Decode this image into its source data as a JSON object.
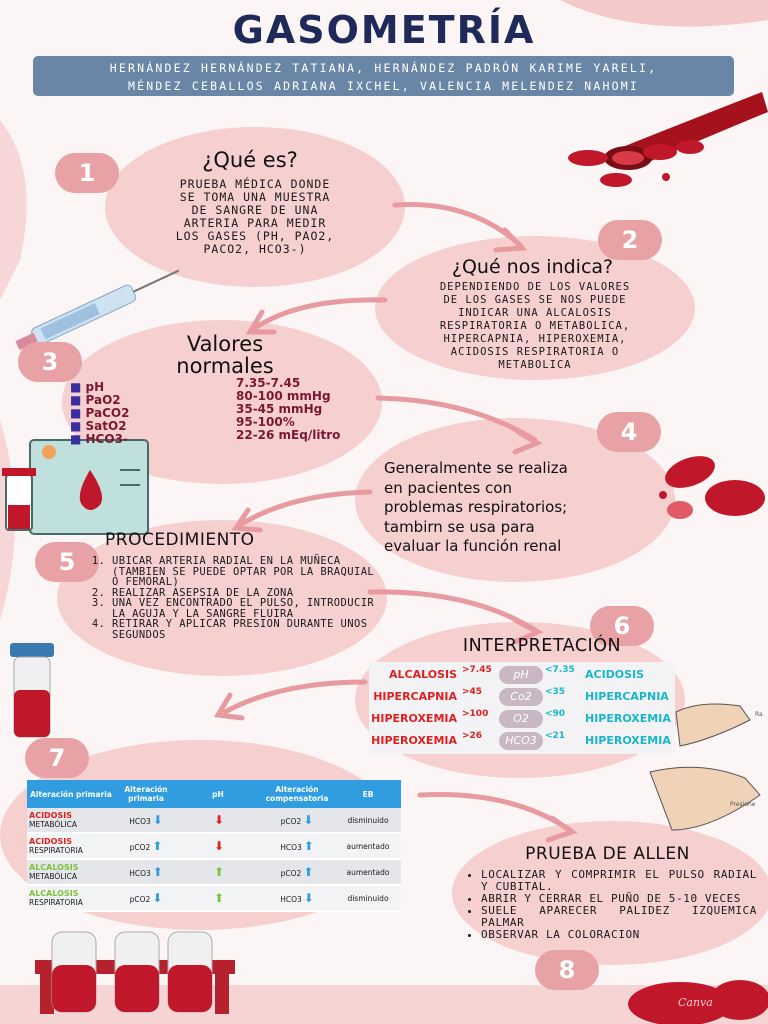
{
  "title": "GASOMETRÍA",
  "authors": [
    "HERNÁNDEZ HERNÁNDEZ TATIANA, HERNÁNDEZ PADRÓN KARIME YARELI,",
    "MÉNDEZ CEBALLOS ADRIANA IXCHEL, VALENCIA MELENDEZ NAHOMI"
  ],
  "sections": {
    "s1": {
      "number": "1",
      "heading": "¿Qué es?",
      "text": [
        "PRUEBA MÉDICA DONDE",
        "SE TOMA UNA MUESTRA",
        "DE SANGRE DE UNA",
        "ARTERIA PARA MEDIR",
        "LOS GASES (PH, PAO2,",
        "PACO2, HCO3-)"
      ]
    },
    "s2": {
      "number": "2",
      "heading": "¿Qué nos indica?",
      "text": [
        "DEPENDIENDO DE LOS VALORES",
        "DE LOS GASES SE NOS PUEDE",
        "INDICAR UNA ALCALOSIS",
        "RESPIRATORIA O METABOLICA,",
        "HIPERCAPNIA, HIPEROXEMIA,",
        "ACIDOSIS RESPIRATORIA O",
        "METABOLICA"
      ]
    },
    "s3": {
      "number": "3",
      "heading_1": "Valores",
      "heading_2": "normales",
      "values": [
        {
          "name": "pH",
          "value": "7.35-7.45"
        },
        {
          "name": "PaO2",
          "value": "80-100 mmHg"
        },
        {
          "name": "PaCO2",
          "value": "35-45 mmHg"
        },
        {
          "name": "SatO2",
          "value": "95-100%"
        },
        {
          "name": "HCO3-",
          "value": "22-26 mEq/litro"
        }
      ]
    },
    "s4": {
      "number": "4",
      "text": [
        "Generalmente se realiza",
        "en pacientes con",
        "problemas respiratorios;",
        "tambirn se usa para",
        "evaluar la función renal"
      ]
    },
    "s5": {
      "number": "5",
      "heading": "PROCEDIMIENTO",
      "steps": [
        "UBICAR ARTERIA RADIAL EN LA MUÑECA (TAMBIEN SE PUEDE OPTAR POR LA BRAQUIAL O FEMORAL)",
        "REALIZAR ASEPSIA DE LA ZONA",
        "UNA VEZ ENCONTRADO EL PULSO, INTRODUCIR LA AGUJA Y LA SANGRE FLUIRA",
        "RETIRAR Y APLICAR PRESION DURANTE UNOS SEGUNDOS"
      ]
    },
    "s6": {
      "number": "6",
      "heading": "INTERPRETACIÓN",
      "rows": [
        {
          "left": "ALCALOSIS",
          "high": ">7.45",
          "param": "pH",
          "low": "<7.35",
          "right": "ACIDOSIS",
          "left_color": "#e02020",
          "right_color": "#19b6c9"
        },
        {
          "left": "HIPERCAPNIA",
          "high": ">45",
          "param": "Co2",
          "low": "<35",
          "right": "HIPERCAPNIA",
          "left_color": "#e02020",
          "right_color": "#19b6c9"
        },
        {
          "left": "HIPEROXEMIA",
          "high": ">100",
          "param": "O2",
          "low": "<90",
          "right": "HIPEROXEMIA",
          "left_color": "#e02020",
          "right_color": "#19b6c9"
        },
        {
          "left": "HIPEROXEMIA",
          "high": ">26",
          "param": "HCO3",
          "low": "<21",
          "right": "HIPEROXEMIA",
          "left_color": "#e02020",
          "right_color": "#19b6c9"
        }
      ]
    },
    "s7": {
      "number": "7",
      "headers": [
        "Alteración primaria",
        "Alteración primaria",
        "pH",
        "Alteración compensatoria",
        "EB"
      ],
      "rows": [
        {
          "alt": "ACIDOSIS",
          "type": "METABÓLICA",
          "alt_color": "#e02020",
          "prim": "HCO3",
          "prim_dir": "down",
          "ph_dir": "down",
          "comp": "pCO2",
          "comp_dir": "down",
          "eb": "disminuido"
        },
        {
          "alt": "ACIDOSIS",
          "type": "RESPIRATORIA",
          "alt_color": "#e02020",
          "prim": "pCO2",
          "prim_dir": "up",
          "ph_dir": "down",
          "comp": "HCO3",
          "comp_dir": "up",
          "eb": "aumentado"
        },
        {
          "alt": "ALCALOSIS",
          "type": "METABÓLICA",
          "alt_color": "#7cc23c",
          "prim": "HCO3",
          "prim_dir": "up",
          "ph_dir": "up",
          "comp": "pCO2",
          "comp_dir": "up",
          "eb": "aumentado"
        },
        {
          "alt": "ALCALOSIS",
          "type": "RESPIRATORIA",
          "alt_color": "#7cc23c",
          "prim": "pCO2",
          "prim_dir": "down",
          "ph_dir": "up",
          "comp": "HCO3",
          "comp_dir": "down",
          "eb": "disminuido"
        }
      ]
    },
    "s8": {
      "number": "8",
      "heading": "PRUEBA DE ALLEN",
      "items": [
        "LOCALIZAR Y COMPRIMIR EL PULSO RADIAL Y CUBITAL.",
        "ABRIR Y CERRAR EL PUÑO DE 5-10 VECES",
        "SUELE APARECER PALIDEZ IZQUEMICA PALMAR",
        "OBSERVAR LA COLORACION"
      ]
    }
  },
  "watermark": "Canva",
  "colors": {
    "bubble": "#f6cfcf",
    "accent": "#e8a1a4",
    "title": "#1f2a5a",
    "banner": "#6a86a6",
    "blood": "#c0182a"
  }
}
